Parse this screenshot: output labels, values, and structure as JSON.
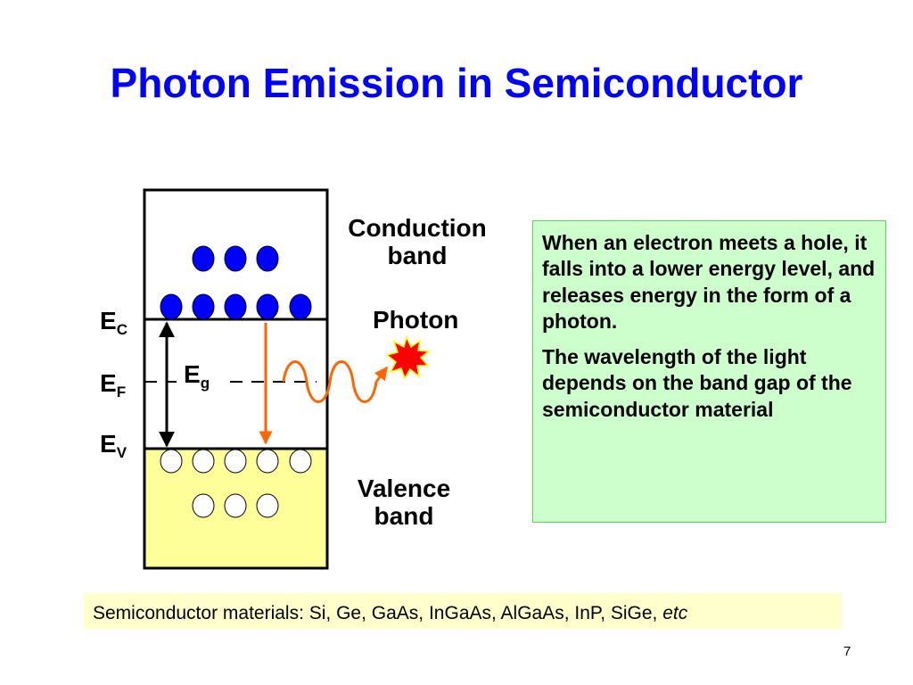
{
  "title": "Photon Emission in Semiconductor",
  "labels": {
    "conduction_line1": "Conduction",
    "conduction_line2": "band",
    "photon": "Photon",
    "valence_line1": "Valence",
    "valence_line2": "band"
  },
  "energy_levels": {
    "ec_main": "E",
    "ec_sub": "C",
    "ef_main": "E",
    "ef_sub": "F",
    "ev_main": "E",
    "ev_sub": "V",
    "eg_main": "E",
    "eg_sub": "g"
  },
  "info_box": {
    "paragraph1": "When an electron meets a hole, it falls into a lower energy level, and releases energy in the form of a photon.",
    "paragraph2": "The wavelength of the light depends on the band gap of the semiconductor material"
  },
  "materials": {
    "text": "Semiconductor materials: Si, Ge, GaAs, InGaAs, AlGaAs, InP, SiGe, ",
    "etc": "etc"
  },
  "page_number": "7",
  "colors": {
    "title": "#0000ff",
    "electron": "#0000ff",
    "hole": "#ffffff",
    "valence_fill": "#ffff99",
    "transition_arrow": "#ff6600",
    "photon_wave": "#ff6600",
    "photon_burst": "#ff0000",
    "info_bg": "#ccffcc",
    "materials_bg": "#ffffcc"
  }
}
